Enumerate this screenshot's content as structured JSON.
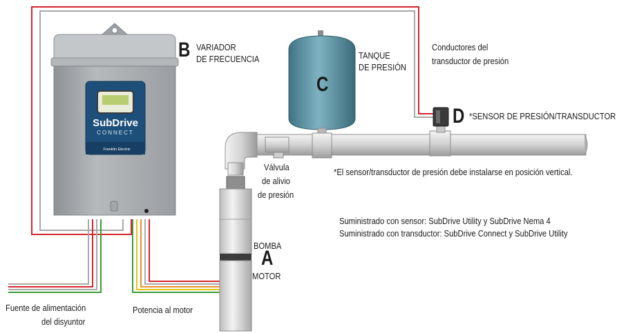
{
  "components": {
    "A": {
      "letter": "A",
      "label_top": "BOMBA",
      "label_bottom": "MOTOR"
    },
    "B": {
      "letter": "B",
      "label_line1": "VARIADOR",
      "label_line2": "DE FRECUENCIA"
    },
    "C": {
      "letter": "C",
      "label_line1": "TANQUE",
      "label_line2": "DE PRESIÓN"
    },
    "D": {
      "letter": "D",
      "label": "*SENSOR DE PRESIÓN/TRANSDUCTOR"
    }
  },
  "drive_panel": {
    "brand_line1": "SubDrive",
    "brand_line2": "CONNECT",
    "maker": "Franklin Electric"
  },
  "labels": {
    "transducer_wires_line1": "Conductores del",
    "transducer_wires_line2": "transductor de presión",
    "relief_valve_line1": "Válvula",
    "relief_valve_line2": "de alivio",
    "relief_valve_line3": "de presión",
    "install_note": "*El sensor/transductor de presión debe instalarse en posición vertical.",
    "supplied_sensor": "Suministrado con sensor: SubDrive Utility y SubDrive Nema 4",
    "supplied_transducer": "Suministrado con transductor: SubDrive Connect y SubDrive Utility",
    "power_source_line1": "Fuente de alimentación",
    "power_source_line2": "del disyuntor",
    "motor_power": "Potencia al motor"
  },
  "colors": {
    "wire_red": "#d4242b",
    "wire_gray": "#a8a8a8",
    "wire_green": "#3a9a3a",
    "wire_orange": "#e8912a",
    "wire_yellow": "#e4c21a",
    "tank_blue": "#5b95a6",
    "panel_gray": "#a9adb1",
    "panel_blue": "#1e4f7a"
  }
}
